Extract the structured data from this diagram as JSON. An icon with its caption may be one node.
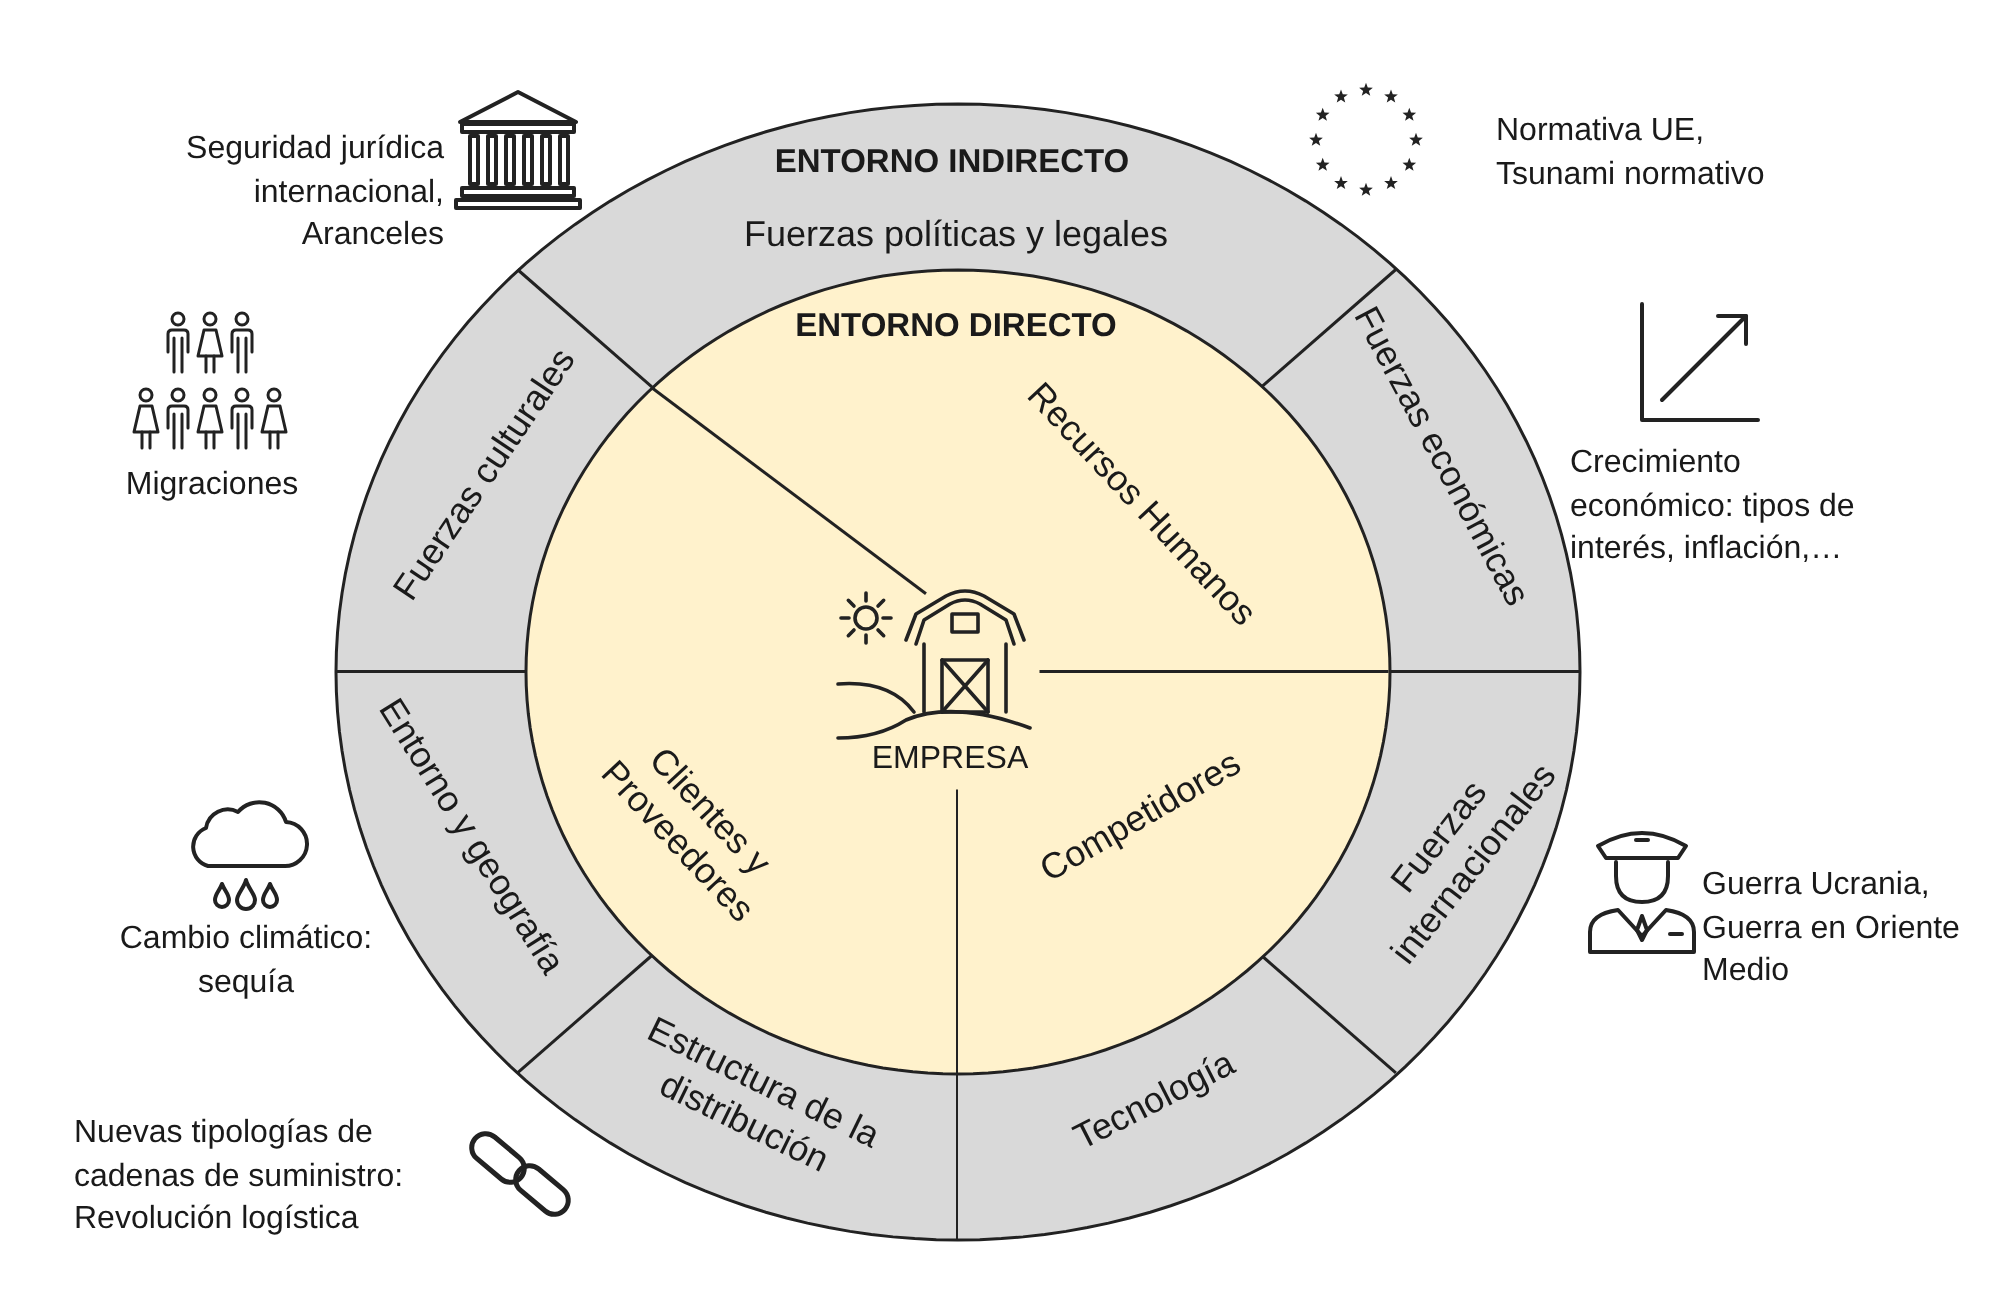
{
  "diagram": {
    "nodes": [
      {
        "text": [],
        "shape": "circle"
      },
      {
        "text": [
          "Fuerzas políticas y legales"
        ],
        "in": 0
      },
      {
        "text": [
          "Fuerzas culturales"
        ],
        "in": 0,
        "beside": [
          "Migraciones"
        ]
      },
      {
        "text": [
          "Fuerzas económicas"
        ],
        "in": 0,
        "beside": [
          "Crecimiento económico: tipos de interés, inflación,…"
        ]
      },
      {
        "text": [
          "Entorno y geografía"
        ],
        "in": 0,
        "beside": [
          "Cambio climático: sequía"
        ]
      },
      {
        "text": [
          "Fuerzas internacionales"
        ],
        "in": 0
      },
      {
        "text": [
          "Estructura de la distribución"
        ],
        "in": 0
      },
      {
        "text": [
          "Tecnología"
        ],
        "in": 0
      },
      {
        "text": [],
        "shape": "circle",
        "in": 0
      },
      {
        "text": [
          "Recursos Humanos"
        ],
        "in": 8
      },
      {
        "text": [
          "Clientes y Proveedores"
        ],
        "in": 8
      },
      {
        "text": [
          "Competidores"
        ],
        "in": 8
      },
      {
        "text": [
          "EMPRESA"
        ],
        "in": 8
      }
    ],
    "labels": [
      "Seguridad jurídica internacional, Aranceles",
      "ENTORNO INDIRECTO",
      "Normativa UE, Tsunami normativo",
      "ENTORNO DIRECTO",
      "Guerra Ucrania, Guerra en Oriente Medio",
      "Nuevas tipologías de cadenas de suministro: Revolución logística"
    ]
  }
}
